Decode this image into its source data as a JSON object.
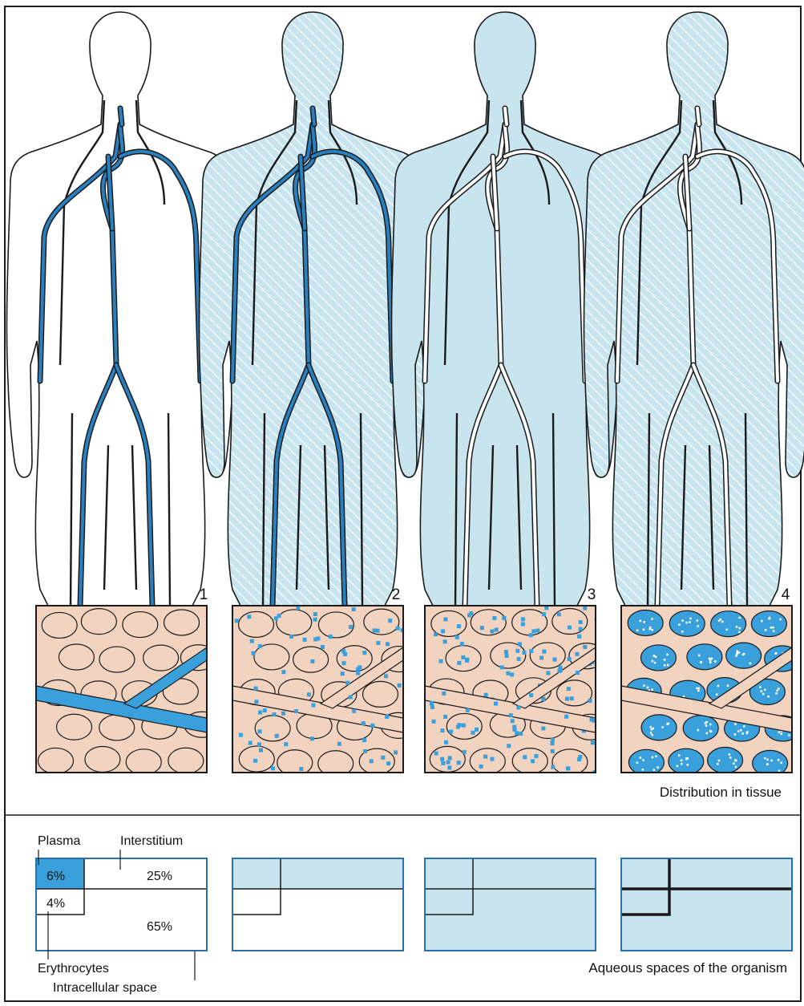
{
  "panels": [
    {
      "number": "1"
    },
    {
      "number": "2"
    },
    {
      "number": "3"
    },
    {
      "number": "4"
    }
  ],
  "tissue_caption": "Distribution in tissue",
  "legend": {
    "plasma": "Plasma",
    "interstitium": "Interstitium",
    "plasma_pct": "6%",
    "interstitium_pct": "25%",
    "erythrocytes_pct": "4%",
    "intracellular_pct": "65%",
    "erythrocytes": "Erythrocytes",
    "intracellular": "Intracellular space"
  },
  "spaces_caption": "Aqueous spaces of the organism",
  "colors": {
    "light_blue": "#c7e4ef",
    "mid_blue": "#3aa0dc",
    "vessel_blue": "#2a7fbf",
    "tissue_tan": "#f1d3c0",
    "hatch": "#ffffff",
    "frame": "#1a1a1a"
  },
  "panel_styles": [
    {
      "body": "none",
      "hatched": false,
      "vessel": "blue",
      "tissue": "vascular",
      "boxes": "plasma"
    },
    {
      "body": "light",
      "hatched": true,
      "vessel": "blue",
      "tissue": "extracellular",
      "boxes": "extracellular"
    },
    {
      "body": "light",
      "hatched": false,
      "vessel": "white",
      "tissue": "total",
      "boxes": "total"
    },
    {
      "body": "light",
      "hatched": true,
      "vessel": "white",
      "tissue": "intracellular",
      "boxes": "intracellular"
    }
  ]
}
